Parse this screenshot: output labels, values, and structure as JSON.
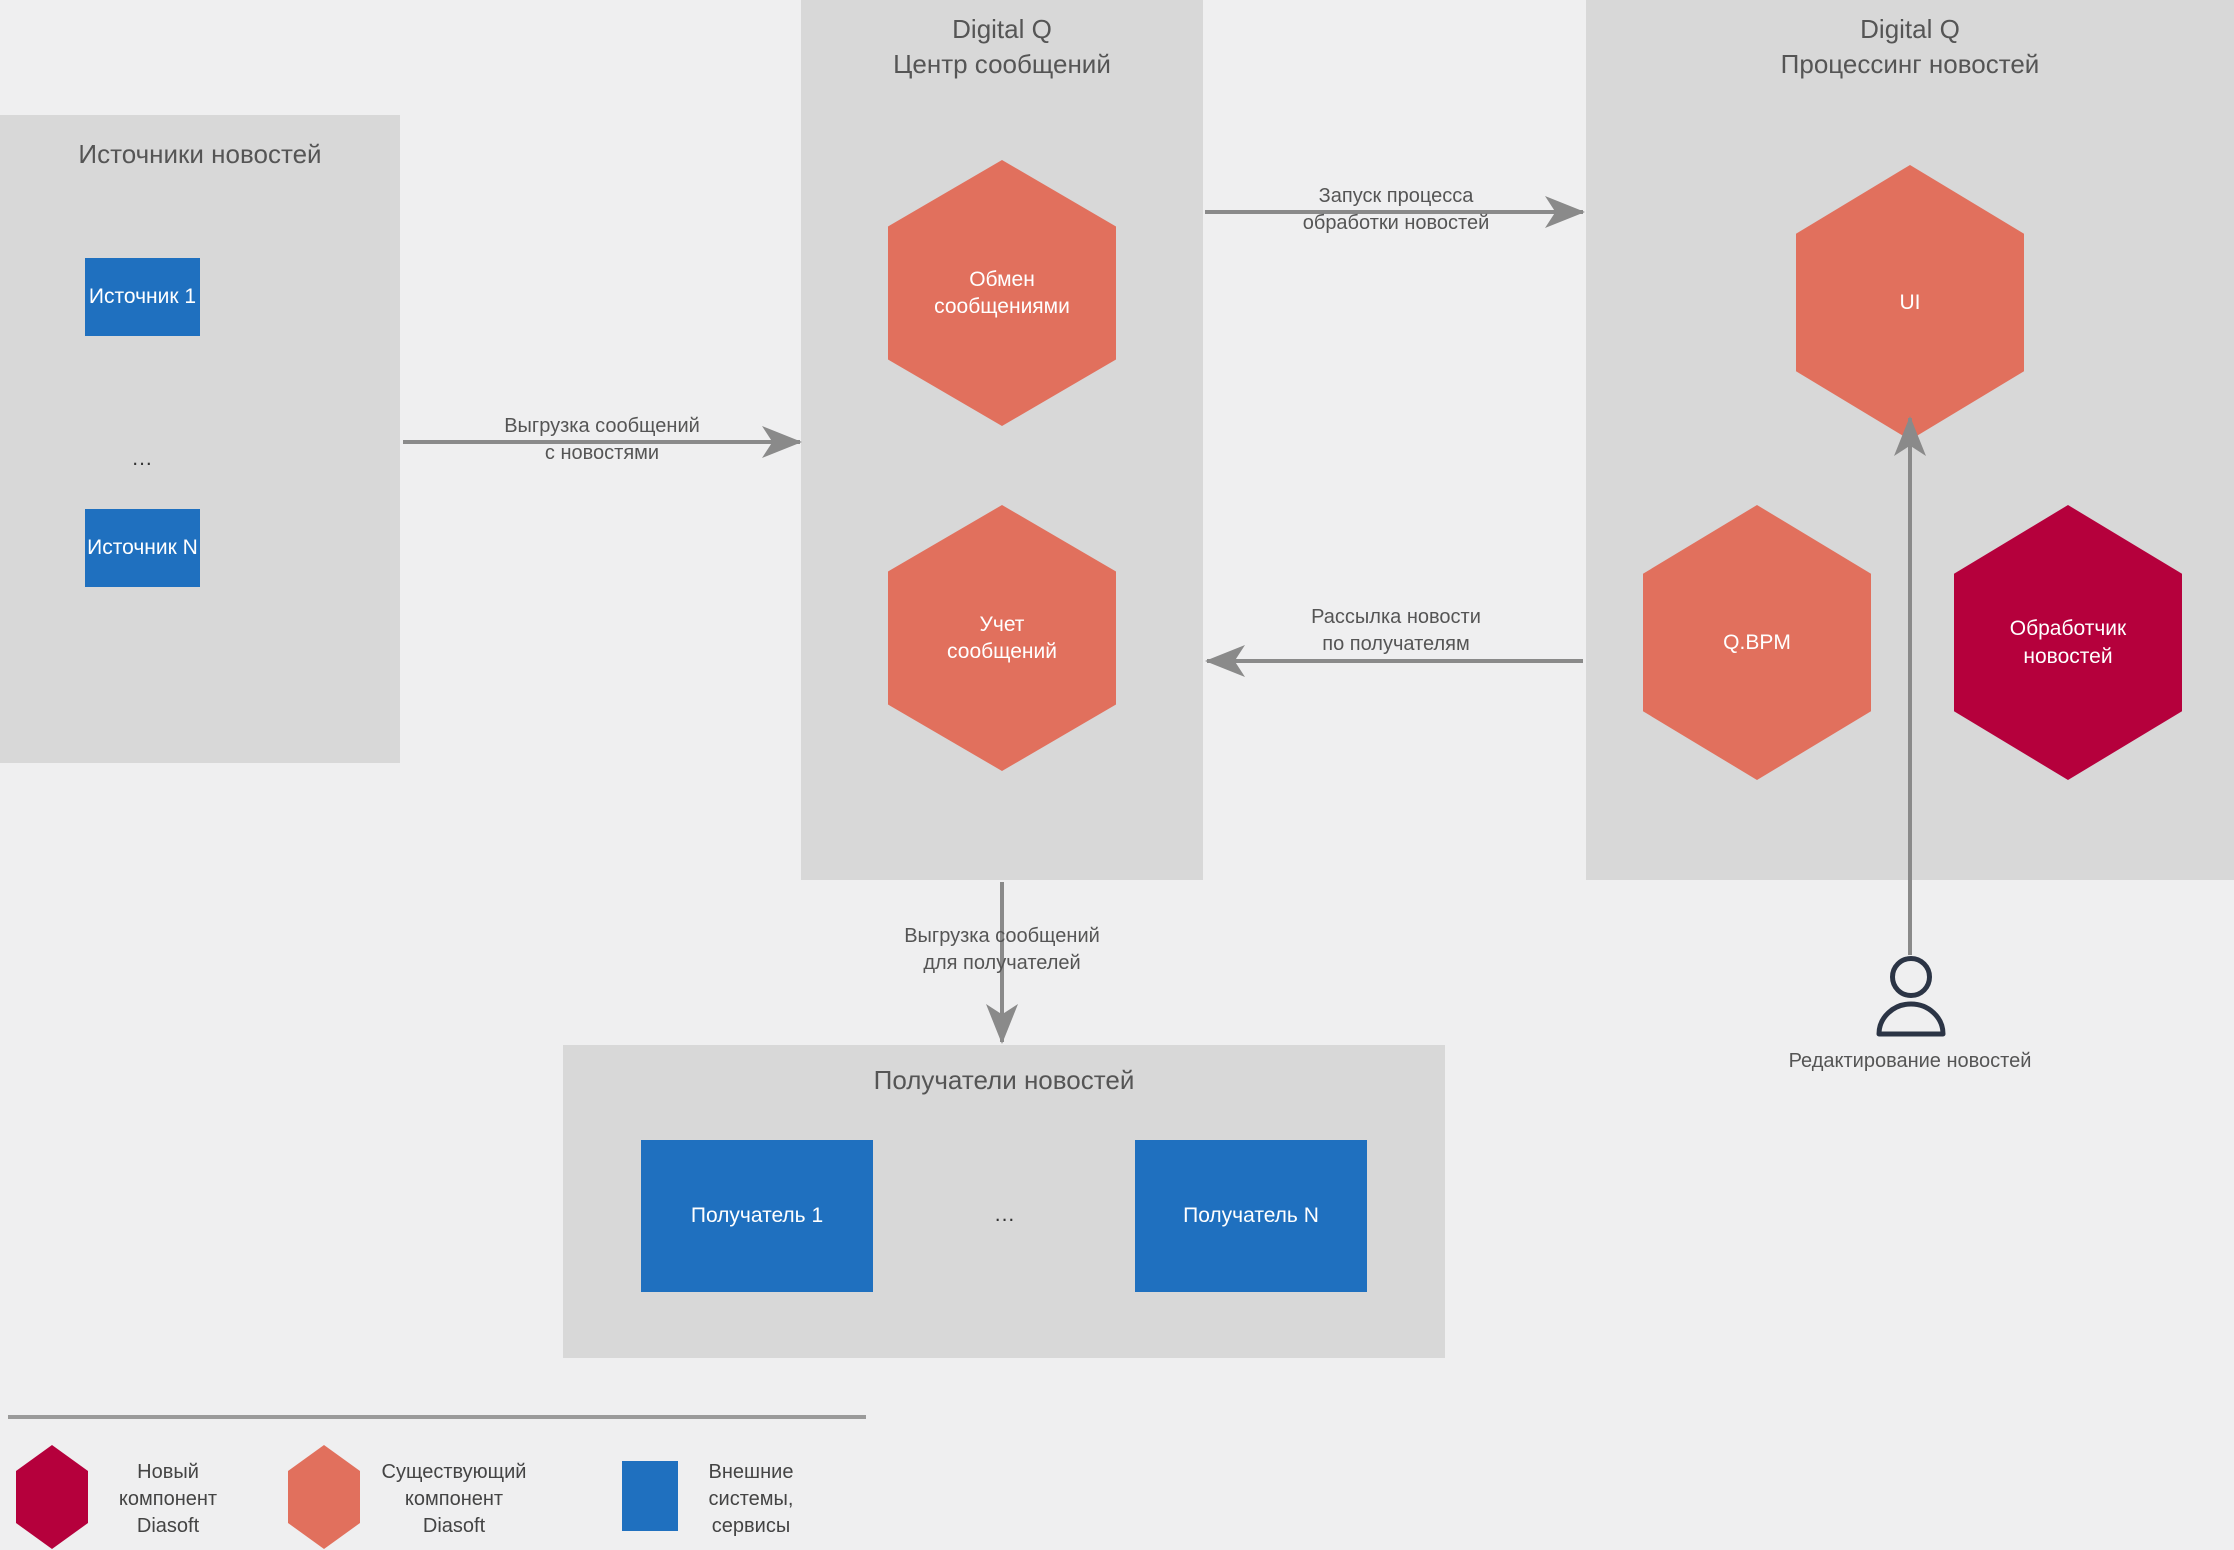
{
  "colors": {
    "background": "#efeff0",
    "panel": "#d8d8d8",
    "salmon": "#e1705d",
    "crimson": "#b5003c",
    "blue": "#1f70bf",
    "arrow": "#8a8a8a",
    "text_dark": "#555555",
    "actor": "#2b3445"
  },
  "panels": {
    "sources": {
      "title": "Источники новостей",
      "items": [
        {
          "label": "Источник 1"
        },
        {
          "label": "Источник N"
        }
      ],
      "ellipsis": "..."
    },
    "message_center": {
      "title": "Digital Q\nЦентр сообщений",
      "nodes": [
        {
          "label": "Обмен\nсообщениями",
          "kind": "existing"
        },
        {
          "label": "Учет\nсообщений",
          "kind": "existing"
        }
      ]
    },
    "news_processing": {
      "title": "Digital Q\nПроцессинг новостей",
      "nodes": [
        {
          "label": "UI",
          "kind": "existing"
        },
        {
          "label": "Q.BPM",
          "kind": "existing"
        },
        {
          "label": "Обработчик\nновостей",
          "kind": "new"
        }
      ]
    },
    "recipients": {
      "title": "Получатели новостей",
      "items": [
        {
          "label": "Получатель 1"
        },
        {
          "label": "Получатель N"
        }
      ],
      "ellipsis": "..."
    }
  },
  "connectors": [
    {
      "id": "sources-to-center",
      "label": "Выгрузка сообщений\nс новостями",
      "direction": "right"
    },
    {
      "id": "center-to-processing",
      "label": "Запуск процесса\nобработки новостей",
      "direction": "right"
    },
    {
      "id": "processing-to-center",
      "label": "Рассылка новости\nпо получателям",
      "direction": "left"
    },
    {
      "id": "center-to-recipients",
      "label": "Выгрузка сообщений\nдля получателей",
      "direction": "down"
    }
  ],
  "actor": {
    "icon": "user-icon",
    "label": "Редактирование новостей"
  },
  "legend": {
    "items": [
      {
        "shape": "hexagon",
        "color": "#b5003c",
        "label": "Новый\nкомпонент\nDiasoft"
      },
      {
        "shape": "hexagon",
        "color": "#e1705d",
        "label": "Существующий\nкомпонент\nDiasoft"
      },
      {
        "shape": "rectangle",
        "color": "#1f70bf",
        "label": "Внешние\nсистемы,\nсервисы"
      }
    ]
  }
}
